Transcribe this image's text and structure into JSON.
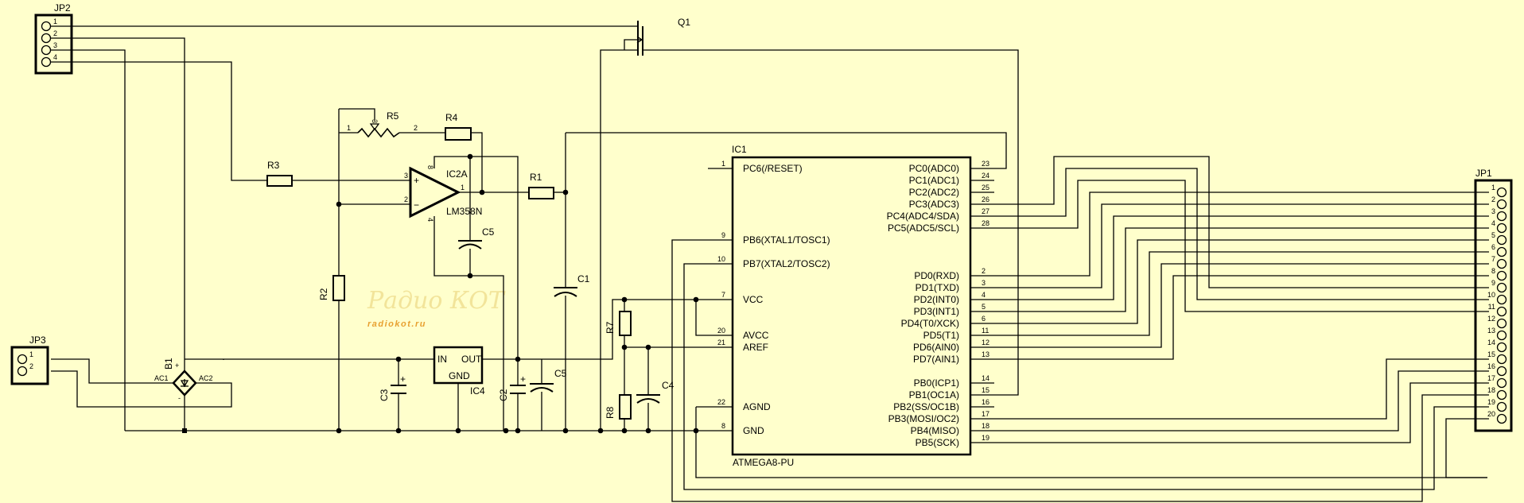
{
  "diagram": {
    "type": "electronic-schematic",
    "background": "#ffffcc",
    "watermark": {
      "line1": "Радио КОТ",
      "line2": "radiokot.ru"
    },
    "components": {
      "JP2": {
        "ref": "JP2",
        "pins": [
          "1",
          "2",
          "3",
          "4"
        ]
      },
      "JP3": {
        "ref": "JP3",
        "pins": [
          "1",
          "2"
        ]
      },
      "JP1": {
        "ref": "JP1",
        "pins": [
          "1",
          "2",
          "3",
          "4",
          "5",
          "6",
          "7",
          "8",
          "9",
          "10",
          "11",
          "12",
          "13",
          "14",
          "15",
          "16",
          "17",
          "18",
          "19",
          "20"
        ]
      },
      "Q1": {
        "ref": "Q1"
      },
      "R1": {
        "ref": "R1"
      },
      "R2": {
        "ref": "R2"
      },
      "R3": {
        "ref": "R3"
      },
      "R4": {
        "ref": "R4"
      },
      "R5": {
        "ref": "R5",
        "pins": [
          "1",
          "2",
          "3"
        ]
      },
      "R7": {
        "ref": "R7"
      },
      "R8": {
        "ref": "R8"
      },
      "C1": {
        "ref": "C1"
      },
      "C2": {
        "ref": "C2",
        "polarity": "+"
      },
      "C3": {
        "ref": "C3",
        "polarity": "+"
      },
      "C4": {
        "ref": "C4"
      },
      "C5a": {
        "ref": "C5"
      },
      "C5b": {
        "ref": "C5"
      },
      "B1": {
        "ref": "B1",
        "plus": "+",
        "minus": "-",
        "ac1": "AC1",
        "ac2": "AC2"
      },
      "IC2A": {
        "ref": "IC2A",
        "value": "LM358N",
        "pins": {
          "in_plus": "3",
          "in_minus": "2",
          "out": "1",
          "vcc": "8",
          "gnd": "4"
        },
        "plus_sign": "+",
        "minus_sign": "−"
      },
      "IC4": {
        "ref": "IC4",
        "in": "IN",
        "out": "OUT",
        "gnd": "GND"
      },
      "IC1": {
        "ref": "IC1",
        "value": "ATMEGA8-PU",
        "left_pins": [
          {
            "num": "1",
            "name": "PC6(/RESET)"
          },
          {
            "num": "9",
            "name": "PB6(XTAL1/TOSC1)"
          },
          {
            "num": "10",
            "name": "PB7(XTAL2/TOSC2)"
          },
          {
            "num": "7",
            "name": "VCC"
          },
          {
            "num": "20",
            "name": "AVCC"
          },
          {
            "num": "21",
            "name": "AREF"
          },
          {
            "num": "22",
            "name": "AGND"
          },
          {
            "num": "8",
            "name": "GND"
          }
        ],
        "right_pins": [
          {
            "num": "23",
            "name": "PC0(ADC0)"
          },
          {
            "num": "24",
            "name": "PC1(ADC1)"
          },
          {
            "num": "25",
            "name": "PC2(ADC2)"
          },
          {
            "num": "26",
            "name": "PC3(ADC3)"
          },
          {
            "num": "27",
            "name": "PC4(ADC4/SDA)"
          },
          {
            "num": "28",
            "name": "PC5(ADC5/SCL)"
          },
          {
            "num": "2",
            "name": "PD0(RXD)"
          },
          {
            "num": "3",
            "name": "PD1(TXD)"
          },
          {
            "num": "4",
            "name": "PD2(INT0)"
          },
          {
            "num": "5",
            "name": "PD3(INT1)"
          },
          {
            "num": "6",
            "name": "PD4(T0/XCK)"
          },
          {
            "num": "11",
            "name": "PD5(T1)"
          },
          {
            "num": "12",
            "name": "PD6(AIN0)"
          },
          {
            "num": "13",
            "name": "PD7(AIN1)"
          },
          {
            "num": "14",
            "name": "PB0(ICP1)"
          },
          {
            "num": "15",
            "name": "PB1(OC1A)"
          },
          {
            "num": "16",
            "name": "PB2(SS/OC1B)"
          },
          {
            "num": "17",
            "name": "PB3(MOSI/OC2)"
          },
          {
            "num": "18",
            "name": "PB4(MISO)"
          },
          {
            "num": "19",
            "name": "PB5(SCK)"
          }
        ]
      }
    }
  }
}
